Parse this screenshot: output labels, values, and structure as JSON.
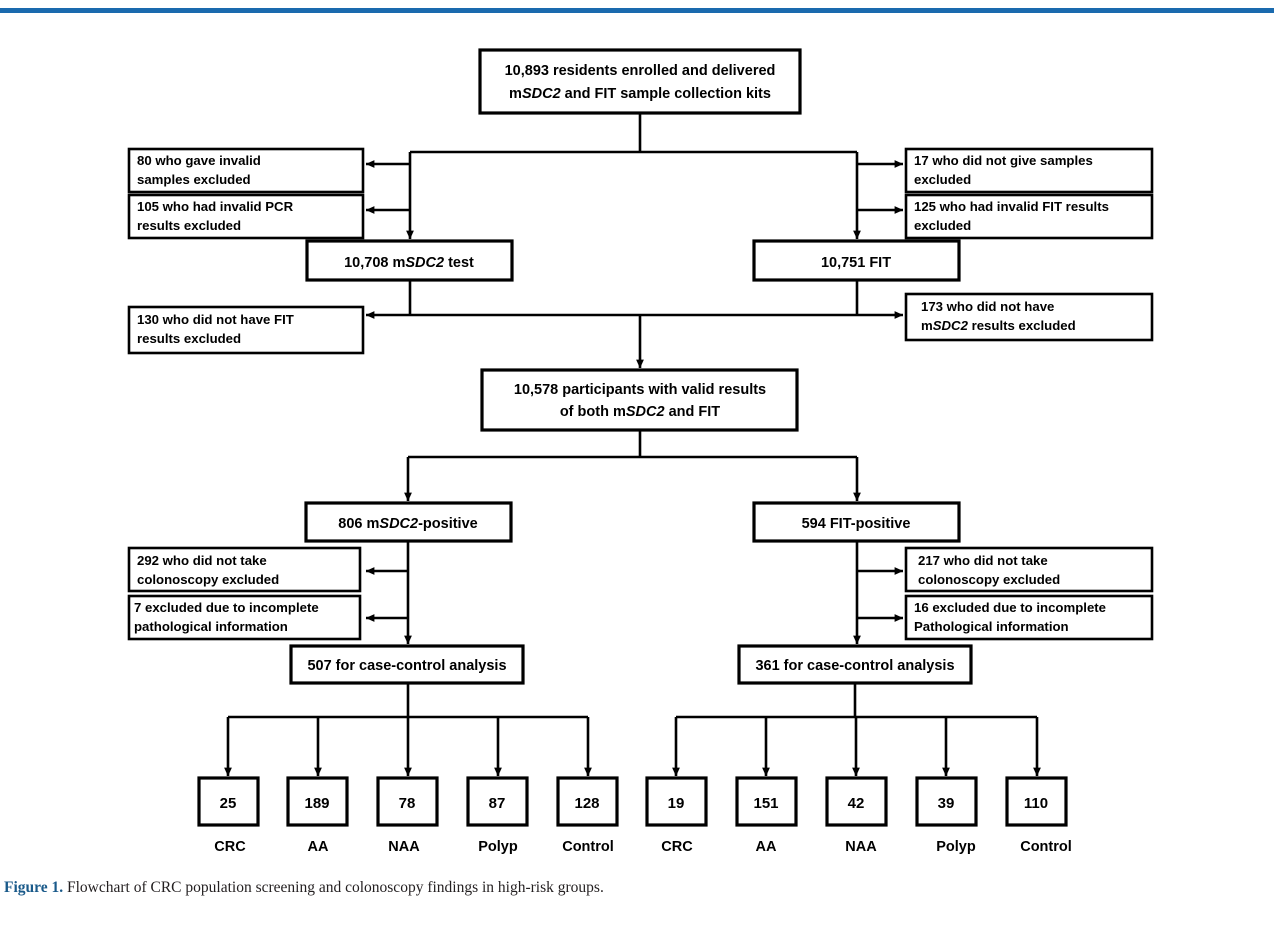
{
  "figure": {
    "accent_color": "#1a6aae",
    "caption_label": "Figure 1.",
    "caption_text": " Flowchart of CRC population screening and colonoscopy findings in high-risk groups."
  },
  "chart_data": {
    "type": "diagram",
    "title": "Flowchart of CRC population screening and colonoscopy findings in high-risk groups",
    "nodes": {
      "enrolled": {
        "line1": "10,893 residents enrolled and delivered",
        "line2_a": "m",
        "line2_i": "SDC2",
        "line2_b": " and FIT sample collection kits",
        "value": 10893
      },
      "excl_invalid_samples": {
        "line1": "80 who gave invalid",
        "line2": "samples excluded",
        "value": 80
      },
      "excl_invalid_pcr": {
        "line1": "105 who had invalid PCR",
        "line2": "results excluded",
        "value": 105
      },
      "excl_no_samples": {
        "line1": "17 who did not give samples",
        "line2": "excluded",
        "value": 17
      },
      "excl_invalid_fit": {
        "line1": "125 who had invalid FIT results",
        "line2": "excluded",
        "value": 125
      },
      "msdc2_test": {
        "pre": "10,708 m",
        "italic": "SDC2",
        "post": " test",
        "value": 10708
      },
      "fit_test": {
        "pre": "10,751 FIT",
        "italic": "",
        "post": "",
        "value": 10751
      },
      "excl_no_fit_results": {
        "line1": "130 who did not have FIT",
        "line2": "results excluded",
        "value": 130
      },
      "excl_no_msdc2_results": {
        "line1": "173 who did not have",
        "line2_a": "m",
        "line2_i": "SDC2",
        "line2_b": " results excluded",
        "value": 173
      },
      "valid_both": {
        "line1": "10,578 participants with valid results",
        "line2_a": "of both m",
        "line2_i": "SDC2",
        "line2_b": " and FIT",
        "value": 10578
      },
      "msdc2_positive": {
        "pre": "806 m",
        "italic": "SDC2",
        "post": "-positive",
        "value": 806
      },
      "fit_positive": {
        "pre": "594 FIT-positive",
        "italic": "",
        "post": "",
        "value": 594
      },
      "excl_no_colo_left": {
        "line1": "292 who did not take",
        "line2": "colonoscopy excluded",
        "value": 292
      },
      "excl_incomplete_path_left": {
        "line1": "7 excluded due to incomplete",
        "line2": "pathological information",
        "value": 7
      },
      "excl_no_colo_right": {
        "line1": "217 who did not take",
        "line2": "colonoscopy excluded",
        "value": 217
      },
      "excl_incomplete_path_right": {
        "line1": "16 excluded due to incomplete",
        "line2": "Pathological information",
        "value": 16
      },
      "case_control_left": {
        "text": "507 for case-control analysis",
        "value": 507
      },
      "case_control_right": {
        "text": "361 for case-control analysis",
        "value": 361
      }
    },
    "outcomes_left": {
      "parent": "507 for case-control analysis",
      "categories": [
        "CRC",
        "AA",
        "NAA",
        "Polyp",
        "Control"
      ],
      "values": [
        25,
        189,
        78,
        87,
        128
      ]
    },
    "outcomes_right": {
      "parent": "361 for case-control analysis",
      "categories": [
        "CRC",
        "AA",
        "NAA",
        "Polyp",
        "Control"
      ],
      "values": [
        19,
        151,
        42,
        39,
        110
      ]
    }
  }
}
